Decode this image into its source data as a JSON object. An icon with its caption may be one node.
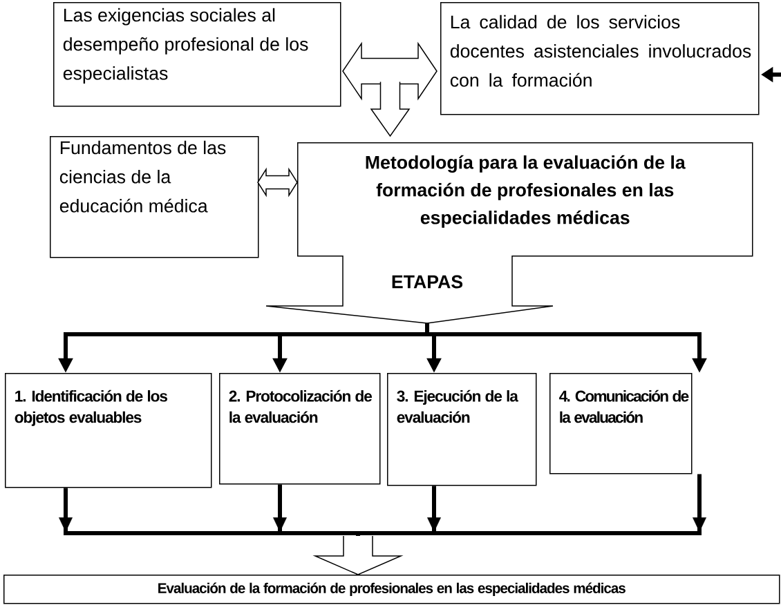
{
  "diagram": {
    "nodes": [
      {
        "text": [
          "Las exigencias sociales al desempeño profesional de los especialistas"
        ]
      },
      {
        "text": [
          "La calidad de los servicios docentes asistenciales involucrados con la formación"
        ]
      },
      {
        "text": [
          "Fundamentos de las ciencias de la educación médica"
        ]
      },
      {
        "text": [
          "Metodología para la evaluación de la formación de profesionales en las especialidades médicas"
        ]
      },
      {
        "text": [
          "1. Identificación de los objetos evaluables"
        ]
      },
      {
        "text": [
          "2. Protocolización de la evaluación"
        ]
      },
      {
        "text": [
          "3. Ejecución de la evaluación"
        ]
      },
      {
        "text": [
          "4. Comunicación de la evaluación"
        ]
      },
      {
        "text": [
          "Evaluación de la formación de profesionales en las especialidades médicas"
        ]
      }
    ],
    "edges": [
      {
        "from": 0,
        "to": 1,
        "arrow": "both"
      },
      {
        "from": 0,
        "to": 3,
        "arrow": "to"
      },
      {
        "from": 1,
        "to": 3,
        "arrow": "to"
      },
      {
        "from": null,
        "to": 1,
        "arrow": "to"
      },
      {
        "from": 2,
        "to": 3,
        "arrow": "both"
      },
      {
        "from": 3,
        "to": 4,
        "arrow": "to"
      },
      {
        "from": 3,
        "to": 5,
        "arrow": "to"
      },
      {
        "from": 3,
        "to": 6,
        "arrow": "to"
      },
      {
        "from": 3,
        "to": 7,
        "arrow": "to"
      },
      {
        "from": 4,
        "to": 8,
        "arrow": "to"
      },
      {
        "from": 5,
        "to": 8,
        "arrow": "to"
      },
      {
        "from": 6,
        "to": 8,
        "arrow": "to"
      },
      {
        "from": 7,
        "to": 8,
        "arrow": "to"
      }
    ],
    "labels": [
      "ETAPAS"
    ]
  }
}
